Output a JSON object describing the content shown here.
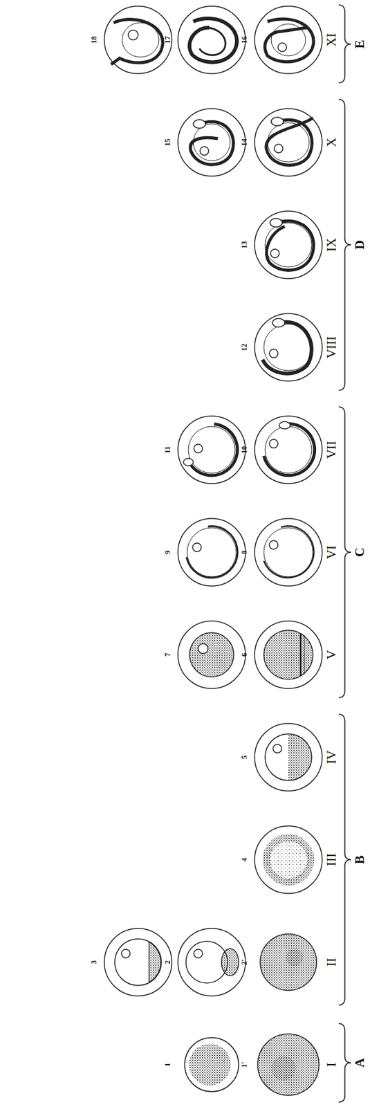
{
  "diagram": {
    "labels": [
      "A",
      "B",
      "C",
      "D",
      "E",
      "I",
      "II",
      "III",
      "IV",
      "V",
      "VI",
      "VII",
      "VIII",
      "IX",
      "X",
      "XI",
      "1'",
      "1",
      "2'",
      "2",
      "3",
      "4",
      "5",
      "6",
      "7",
      "8",
      "9",
      "10",
      "11",
      "12",
      "13",
      "14",
      "15",
      "16",
      "17",
      "18"
    ]
  }
}
